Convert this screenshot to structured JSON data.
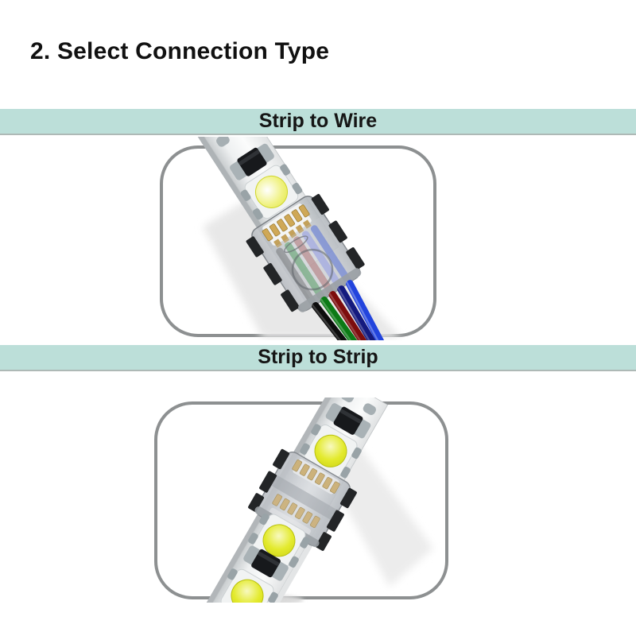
{
  "page": {
    "heading": "2. Select Connection Type"
  },
  "sections": [
    {
      "id": "strip-to-wire",
      "banner_label": "Strip to Wire"
    },
    {
      "id": "strip-to-strip",
      "banner_label": "Strip to Strip"
    }
  ],
  "illustrations": {
    "strip_to_wire": "rgbw-led-strip-with-clip-connector-and-five-wires",
    "strip_to_strip": "two-led-strips-joined-by-clip-connector"
  },
  "colors": {
    "page_bg": "#ffffff",
    "heading_text": "#111111",
    "banner_bg": "#bcdfd9",
    "banner_text": "#151515",
    "banner_border": "#aeb9b6",
    "frame_border": "#8d9091",
    "strip_body": "#eef0f1",
    "led_yellow": "#e3ea2d",
    "gold_contact": "#cfa857",
    "wire_colors": [
      "#0d0d0d",
      "#0c7a16",
      "#7d0d0d",
      "#141a7e",
      "#2244dd"
    ]
  }
}
